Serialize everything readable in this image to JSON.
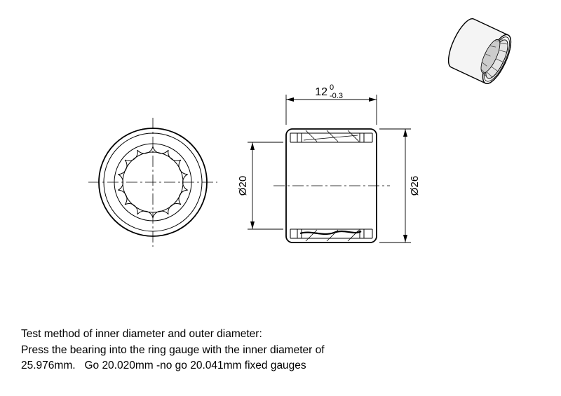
{
  "dimensions": {
    "width_value": "12",
    "width_tol_upper": "0",
    "width_tol_lower": "-0.3",
    "bore_diameter": "Ø20",
    "outer_diameter": "Ø26"
  },
  "notes": [
    "Test method of inner diameter and outer diameter:",
    "Press the bearing into the ring gauge with the inner diameter of",
    "25.976mm.   Go 20.020mm -no go 20.041mm fixed gauges"
  ]
}
